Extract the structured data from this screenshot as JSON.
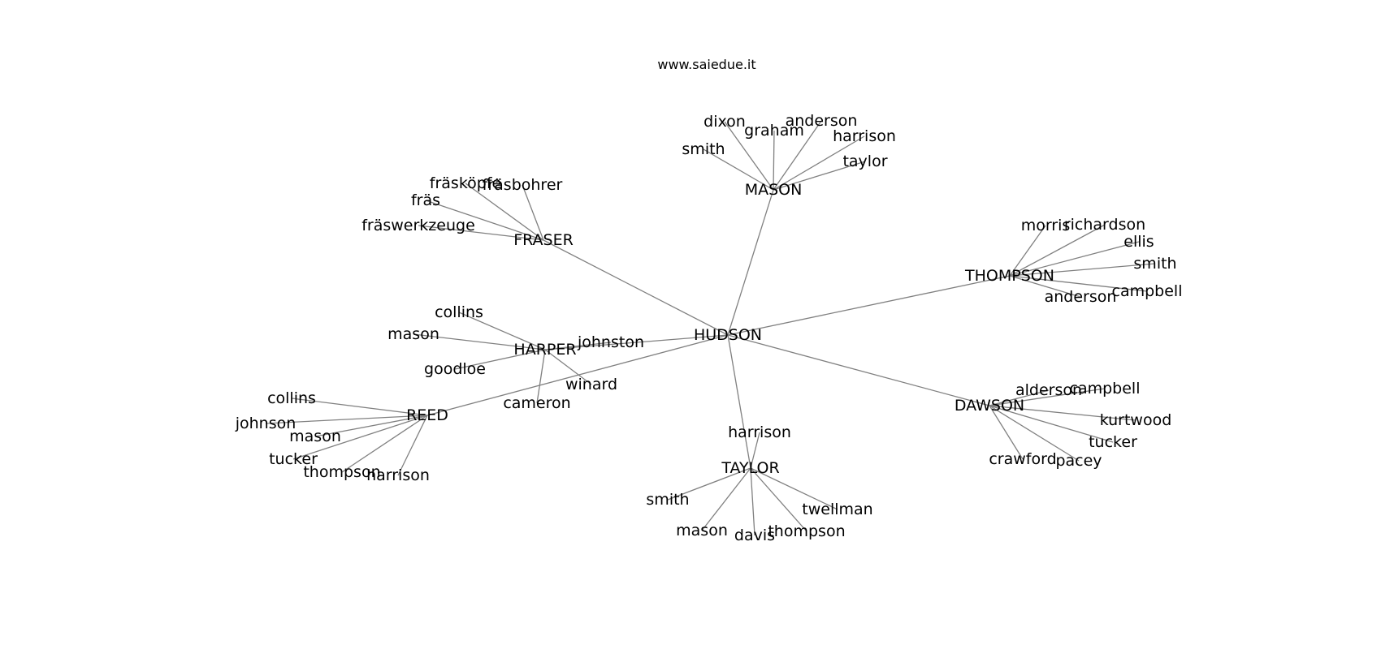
{
  "header": {
    "text": "www.saiedue.it"
  },
  "graph": {
    "nodes": [
      {
        "id": "hudson",
        "label": "HUDSON"
      },
      {
        "id": "mason",
        "label": "MASON"
      },
      {
        "id": "fraser",
        "label": "FRASER"
      },
      {
        "id": "thompson",
        "label": "THOMPSON"
      },
      {
        "id": "harper",
        "label": "HARPER"
      },
      {
        "id": "reed",
        "label": "REED"
      },
      {
        "id": "taylor",
        "label": "TAYLOR"
      },
      {
        "id": "dawson",
        "label": "DAWSON"
      },
      {
        "id": "mason-dixon",
        "label": "dixon"
      },
      {
        "id": "mason-graham",
        "label": "graham"
      },
      {
        "id": "mason-anderson",
        "label": "anderson"
      },
      {
        "id": "mason-harrison",
        "label": "harrison"
      },
      {
        "id": "mason-smith",
        "label": "smith"
      },
      {
        "id": "mason-taylor",
        "label": "taylor"
      },
      {
        "id": "fraser-fraskopfe",
        "label": "fräsköpfe"
      },
      {
        "id": "fraser-frasbohrer",
        "label": "fräsbohrer"
      },
      {
        "id": "fraser-fras",
        "label": "fräs"
      },
      {
        "id": "fraser-fraswerkzeuge",
        "label": "fräswerkzeuge"
      },
      {
        "id": "thompson-morris",
        "label": "morris"
      },
      {
        "id": "thompson-richardson",
        "label": "richardson"
      },
      {
        "id": "thompson-ellis",
        "label": "ellis"
      },
      {
        "id": "thompson-smith",
        "label": "smith"
      },
      {
        "id": "thompson-anderson",
        "label": "anderson"
      },
      {
        "id": "thompson-campbell",
        "label": "campbell"
      },
      {
        "id": "harper-collins",
        "label": "collins"
      },
      {
        "id": "harper-mason",
        "label": "mason"
      },
      {
        "id": "harper-johnston",
        "label": "johnston"
      },
      {
        "id": "harper-goodloe",
        "label": "goodloe"
      },
      {
        "id": "harper-winard",
        "label": "winard"
      },
      {
        "id": "harper-cameron",
        "label": "cameron"
      },
      {
        "id": "reed-collins",
        "label": "collins"
      },
      {
        "id": "reed-johnson",
        "label": "johnson"
      },
      {
        "id": "reed-mason",
        "label": "mason"
      },
      {
        "id": "reed-tucker",
        "label": "tucker"
      },
      {
        "id": "reed-thompson",
        "label": "thompson"
      },
      {
        "id": "reed-harrison",
        "label": "harrison"
      },
      {
        "id": "taylor-harrison",
        "label": "harrison"
      },
      {
        "id": "taylor-smith",
        "label": "smith"
      },
      {
        "id": "taylor-twellman",
        "label": "twellman"
      },
      {
        "id": "taylor-mason",
        "label": "mason"
      },
      {
        "id": "taylor-davis",
        "label": "davis"
      },
      {
        "id": "taylor-thompson",
        "label": "thompson"
      },
      {
        "id": "dawson-alderson",
        "label": "alderson"
      },
      {
        "id": "dawson-campbell",
        "label": "campbell"
      },
      {
        "id": "dawson-kurtwood",
        "label": "kurtwood"
      },
      {
        "id": "dawson-tucker",
        "label": "tucker"
      },
      {
        "id": "dawson-crawford",
        "label": "crawford"
      },
      {
        "id": "dawson-pacey",
        "label": "pacey"
      }
    ],
    "edges": [
      [
        "hudson",
        "mason"
      ],
      [
        "hudson",
        "fraser"
      ],
      [
        "hudson",
        "thompson"
      ],
      [
        "hudson",
        "harper"
      ],
      [
        "hudson",
        "reed"
      ],
      [
        "hudson",
        "taylor"
      ],
      [
        "hudson",
        "dawson"
      ],
      [
        "mason",
        "mason-dixon"
      ],
      [
        "mason",
        "mason-graham"
      ],
      [
        "mason",
        "mason-anderson"
      ],
      [
        "mason",
        "mason-harrison"
      ],
      [
        "mason",
        "mason-smith"
      ],
      [
        "mason",
        "mason-taylor"
      ],
      [
        "fraser",
        "fraser-fraskopfe"
      ],
      [
        "fraser",
        "fraser-frasbohrer"
      ],
      [
        "fraser",
        "fraser-fras"
      ],
      [
        "fraser",
        "fraser-fraswerkzeuge"
      ],
      [
        "thompson",
        "thompson-morris"
      ],
      [
        "thompson",
        "thompson-richardson"
      ],
      [
        "thompson",
        "thompson-ellis"
      ],
      [
        "thompson",
        "thompson-smith"
      ],
      [
        "thompson",
        "thompson-anderson"
      ],
      [
        "thompson",
        "thompson-campbell"
      ],
      [
        "harper",
        "harper-collins"
      ],
      [
        "harper",
        "harper-mason"
      ],
      [
        "harper",
        "harper-johnston"
      ],
      [
        "harper",
        "harper-goodloe"
      ],
      [
        "harper",
        "harper-winard"
      ],
      [
        "harper",
        "harper-cameron"
      ],
      [
        "reed",
        "reed-collins"
      ],
      [
        "reed",
        "reed-johnson"
      ],
      [
        "reed",
        "reed-mason"
      ],
      [
        "reed",
        "reed-tucker"
      ],
      [
        "reed",
        "reed-thompson"
      ],
      [
        "reed",
        "reed-harrison"
      ],
      [
        "taylor",
        "taylor-harrison"
      ],
      [
        "taylor",
        "taylor-smith"
      ],
      [
        "taylor",
        "taylor-twellman"
      ],
      [
        "taylor",
        "taylor-mason"
      ],
      [
        "taylor",
        "taylor-davis"
      ],
      [
        "taylor",
        "taylor-thompson"
      ],
      [
        "dawson",
        "dawson-alderson"
      ],
      [
        "dawson",
        "dawson-campbell"
      ],
      [
        "dawson",
        "dawson-kurtwood"
      ],
      [
        "dawson",
        "dawson-tucker"
      ],
      [
        "dawson",
        "dawson-crawford"
      ],
      [
        "dawson",
        "dawson-pacey"
      ]
    ]
  }
}
